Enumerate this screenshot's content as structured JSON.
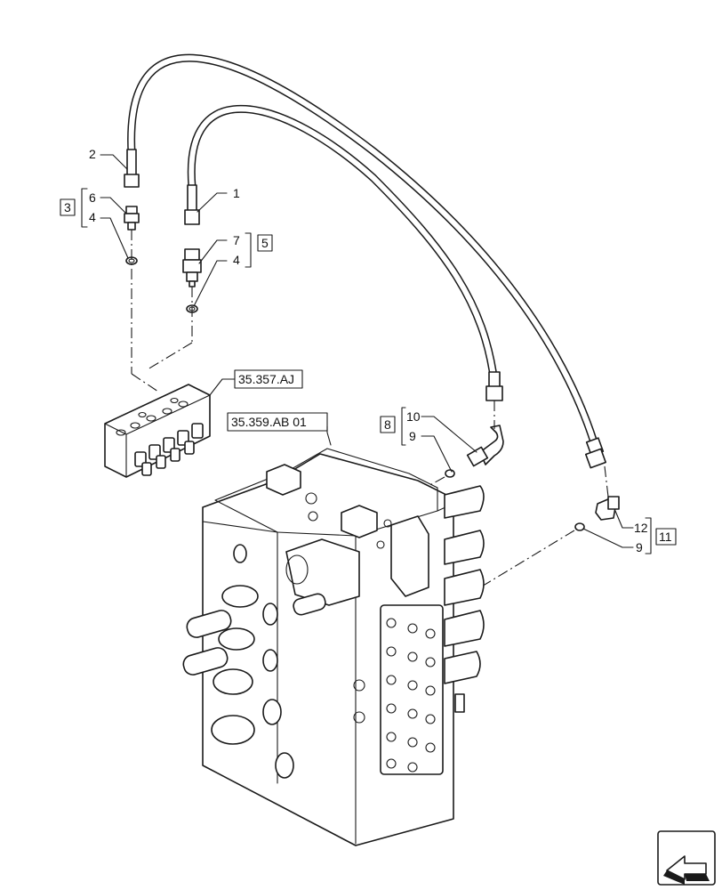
{
  "callouts": {
    "c1": "1",
    "c2": "2",
    "c6": "6",
    "c4a": "4",
    "c7": "7",
    "c4b": "4",
    "c10": "10",
    "c9a": "9",
    "c12": "12",
    "c9b": "9"
  },
  "kits": {
    "k3": "3",
    "k5": "5",
    "k8": "8",
    "k11": "11"
  },
  "references": {
    "ref_a": "35.357.AJ",
    "ref_b": "35.359.AB 01"
  },
  "icons": {
    "nav": "next-page-arrow-icon"
  }
}
